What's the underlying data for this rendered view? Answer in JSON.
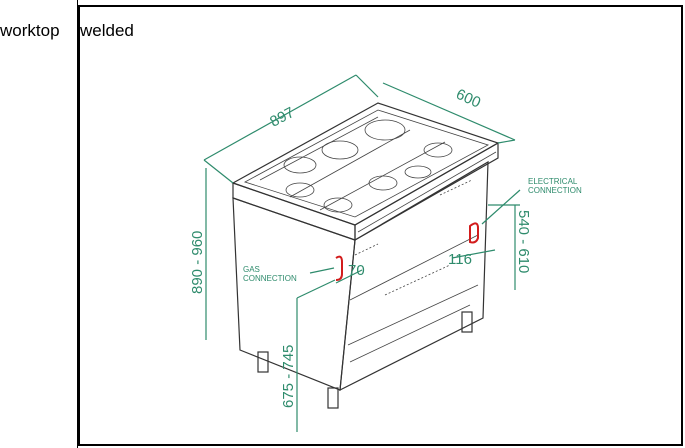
{
  "labels": {
    "left_cell": "worktop",
    "right_cell": "welded"
  },
  "drawing": {
    "dim_width": "897",
    "dim_depth": "600",
    "dim_height": "890 - 960",
    "dim_rear": "540 - 610",
    "dim_gas_height": "675 - 745",
    "dim_gas_offset": "70",
    "dim_elec_offset": "116",
    "electrical_line1": "ELECTRICAL",
    "electrical_line2": "CONNECTION",
    "gas_line1": "GAS",
    "gas_line2": "CONNECTION"
  },
  "colors": {
    "dimension": "#2e8b6c",
    "connection": "#d21c1c",
    "outline": "#333333"
  }
}
